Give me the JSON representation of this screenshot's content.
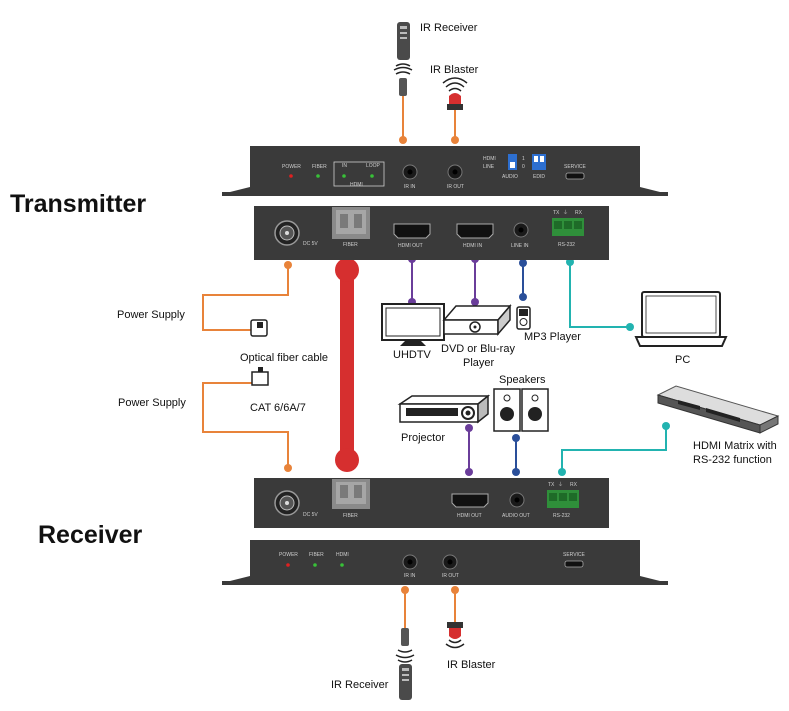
{
  "labels": {
    "transmitter": "Transmitter",
    "receiver": "Receiver",
    "ir_receiver_top": "IR Receiver",
    "ir_blaster_top": "IR Blaster",
    "ir_receiver_bottom": "IR Receiver",
    "ir_blaster_bottom": "IR Blaster",
    "power_supply_1": "Power Supply",
    "power_supply_2": "Power Supply",
    "optical_fiber": "Optical fiber cable",
    "cat": "CAT 6/6A/7",
    "uhdtv": "UHDTV",
    "dvd_line1": "DVD or Blu-ray",
    "dvd_line2": "Player",
    "mp3": "MP3 Player",
    "pc": "PC",
    "speakers": "Speakers",
    "projector": "Projector",
    "matrix_line1": "HDMI Matrix with",
    "matrix_line2": "RS-232 function"
  },
  "tx_front": {
    "power": "POWER",
    "fiber": "FIBER",
    "in": "IN",
    "loop": "LOOP",
    "hdmi": "HDMI",
    "ir_in": "IR IN",
    "ir_out": "IR OUT",
    "hdmi_sw": "HDMI",
    "line_sw": "LINE",
    "one": "1",
    "zero": "0",
    "audio": "AUDIO",
    "edid": "EDID",
    "service": "SERVICE"
  },
  "tx_rear": {
    "dc": "DC 5V",
    "fiber": "FIBER",
    "hdmi_out": "HDMI OUT",
    "hdmi_in": "HDMI IN",
    "line_in": "LINE IN",
    "rs232": "RS-232",
    "tx": "TX",
    "rx": "RX"
  },
  "rx_rear": {
    "dc": "DC 5V",
    "fiber": "FIBER",
    "hdmi_out": "HDMI OUT",
    "audio_out": "AUDIO OUT",
    "rs232": "RS-232",
    "tx": "TX",
    "rx": "RX"
  },
  "rx_front": {
    "power": "POWER",
    "fiber": "FIBER",
    "hdmi": "HDMI",
    "ir_in": "IR IN",
    "ir_out": "IR OUT",
    "service": "SERVICE"
  },
  "colors": {
    "power_cable": "#e8833a",
    "fiber_cable": "#d62f2f",
    "hdmi_cable": "#6a3d9a",
    "audio_cable": "#2a4f9a",
    "rs232_cable": "#22b3b0",
    "device_body": "#3a3a3a",
    "led_red": "#e02020",
    "led_green": "#38c038"
  }
}
